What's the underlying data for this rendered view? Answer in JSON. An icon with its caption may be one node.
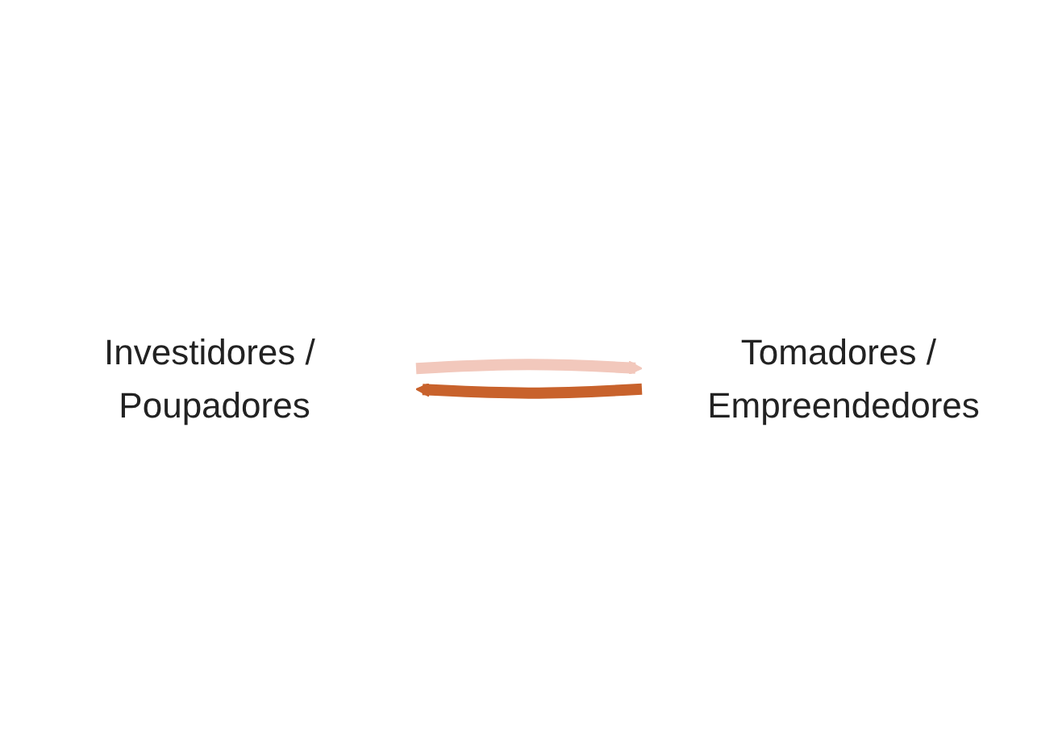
{
  "diagram": {
    "nodes": [
      {
        "text": [
          "Investidores / Poupadores"
        ]
      },
      {
        "text": [
          "Tomadores / Empreendedores"
        ]
      }
    ],
    "edges": [
      {
        "from": 0,
        "to": 1,
        "arrow": "to",
        "color": "#f2c8bc"
      },
      {
        "from": 1,
        "to": 0,
        "arrow": "to",
        "color": "#c8622c"
      }
    ]
  }
}
